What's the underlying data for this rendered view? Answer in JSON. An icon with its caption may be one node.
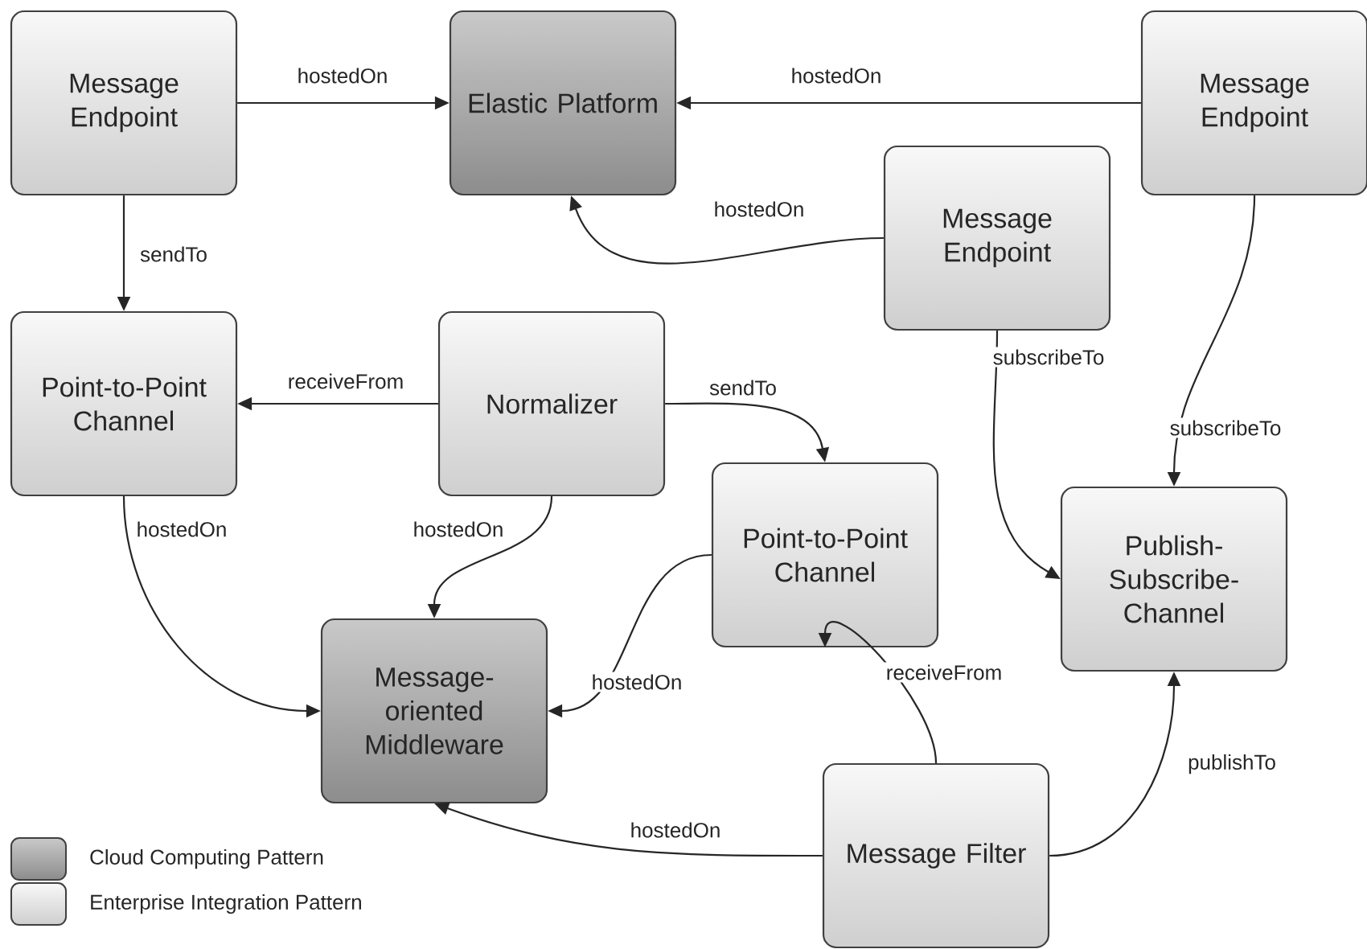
{
  "diagram": {
    "nodes": [
      {
        "text": [
          "Message Endpoint"
        ]
      },
      {
        "text": [
          "Elastic Platform"
        ]
      },
      {
        "text": [
          "Message Endpoint"
        ]
      },
      {
        "text": [
          "Message Endpoint"
        ]
      },
      {
        "text": [
          "Point-to-Point Channel"
        ]
      },
      {
        "text": [
          "Normalizer"
        ]
      },
      {
        "text": [
          "Point-to-Point Channel"
        ]
      },
      {
        "text": [
          "Publish-Subscribe-Channel"
        ]
      },
      {
        "text": [
          "Message-oriented Middleware"
        ]
      },
      {
        "text": [
          "Message Filter"
        ]
      }
    ],
    "edges": [
      {
        "from": 0,
        "to": 1,
        "arrow": "to",
        "label": "hostedOn"
      },
      {
        "from": 2,
        "to": 1,
        "arrow": "to",
        "label": "hostedOn"
      },
      {
        "from": 3,
        "to": 1,
        "arrow": "to",
        "label": "hostedOn"
      },
      {
        "from": 0,
        "to": 4,
        "arrow": "to",
        "label": "sendTo"
      },
      {
        "from": 5,
        "to": 4,
        "arrow": "to",
        "label": "receiveFrom"
      },
      {
        "from": 5,
        "to": 6,
        "arrow": "to",
        "label": "sendTo"
      },
      {
        "from": 3,
        "to": 7,
        "arrow": "to",
        "label": "subscribeTo"
      },
      {
        "from": 2,
        "to": 7,
        "arrow": "to",
        "label": "subscribeTo"
      },
      {
        "from": 4,
        "to": 8,
        "arrow": "to",
        "label": "hostedOn"
      },
      {
        "from": 5,
        "to": 8,
        "arrow": "to",
        "label": "hostedOn"
      },
      {
        "from": 6,
        "to": 8,
        "arrow": "to",
        "label": "hostedOn"
      },
      {
        "from": 9,
        "to": 6,
        "arrow": "to",
        "label": "receiveFrom"
      },
      {
        "from": 9,
        "to": 7,
        "arrow": "to",
        "label": "publishTo"
      },
      {
        "from": 9,
        "to": 8,
        "arrow": "to",
        "label": "hostedOn"
      }
    ],
    "legend": [
      {
        "text": "Cloud Computing Pattern",
        "color": "#a6a6a6"
      },
      {
        "text": "Enterprise Integration Pattern",
        "color": "#f4f4f4"
      }
    ]
  }
}
